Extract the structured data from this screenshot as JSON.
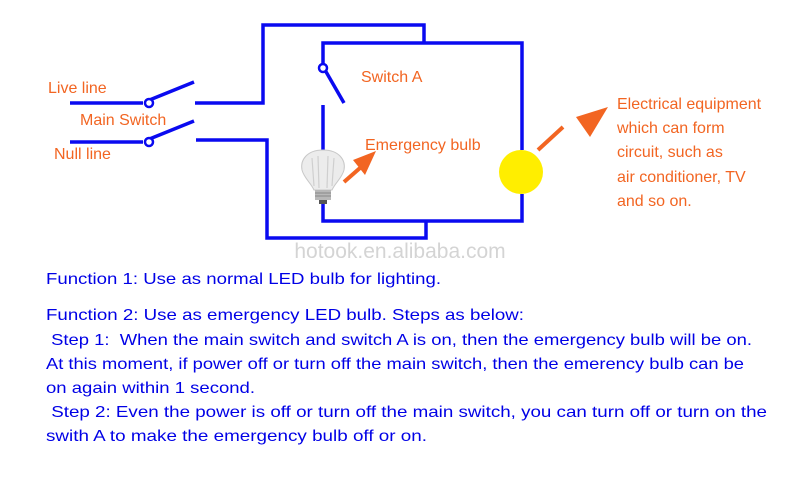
{
  "labels": {
    "live_line": "Live line",
    "main_switch": "Main Switch",
    "null_line": "Null line",
    "switch_a": "Switch A",
    "emergency_bulb": "Emergency bulb",
    "equipment": [
      "Electrical equipment",
      "which can form",
      "circuit, such as",
      "air conditioner, TV",
      "and so on."
    ]
  },
  "watermark": "hotook.en.alibaba.com",
  "description": {
    "function1": "Function 1: Use as normal LED bulb for lighting.",
    "function2": "Function 2: Use as emergency LED bulb. Steps as below:",
    "step1_lines": [
      " Step 1:  When the main switch and switch A is on, then the emergency bulb will be on.",
      "At this moment, if power off or turn off the main switch, then the emerency bulb can be",
      "on again within 1 second."
    ],
    "step2_lines": [
      " Step 2: Even the power is off or turn off the main switch, you can turn off or turn on the",
      "swith A to make the emergency bulb off or on."
    ]
  },
  "colors": {
    "wire": "#0A0AF0",
    "label": "#F26522",
    "text": "#0000E6",
    "load": "#FFEE00"
  }
}
